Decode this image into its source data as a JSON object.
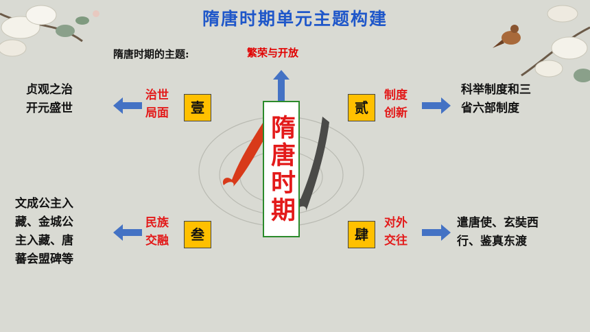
{
  "title": "隋唐时期单元主题构建",
  "subtitle": "隋唐时期的主题:",
  "theme": "繁荣与开放",
  "center": "隋唐时期",
  "quadrants": {
    "q1": {
      "num": "壹",
      "topic": [
        "治世",
        "局面"
      ],
      "result": [
        "贞观之治",
        "开元盛世"
      ]
    },
    "q2": {
      "num": "贰",
      "topic": [
        "制度",
        "创新"
      ],
      "result": [
        "科举制度和三",
        "省六部制度"
      ]
    },
    "q3": {
      "num": "叁",
      "topic": [
        "民族",
        "交融"
      ],
      "result": [
        "文成公主入",
        "藏、金城公",
        "主入藏、唐",
        "蕃会盟碑等"
      ]
    },
    "q4": {
      "num": "肆",
      "topic": [
        "对外",
        "交往"
      ],
      "result": [
        "遣唐使、玄奘西",
        "行、鉴真东渡"
      ]
    }
  },
  "colors": {
    "accent": "#1f57c9",
    "highlight": "#e31a1a",
    "numbox": "#ffc000",
    "arrow": "#4472c4"
  }
}
